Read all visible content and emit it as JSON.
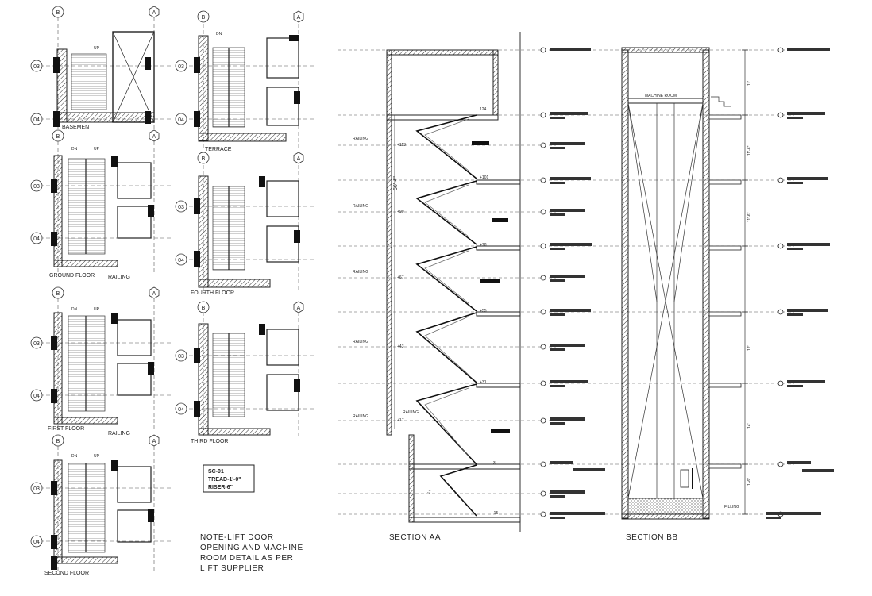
{
  "plans": {
    "basement": "BASEMENT",
    "ground": "GROUND FLOOR",
    "first": "FIRST FLOOR",
    "second": "SECOND FLOOR",
    "third": "THIRD FLOOR",
    "fourth": "FOURTH FLOOR",
    "terrace": "TERRACE"
  },
  "plan_common": {
    "grid_a": "A",
    "grid_b": "B",
    "grid_3": "03",
    "grid_4": "04",
    "dn": "DN",
    "up": "UP",
    "railing": "RAILING"
  },
  "tread_box": {
    "code": "SC-01",
    "tread": "TREAD-1'-0\"",
    "riser": "RISER-6\""
  },
  "note": {
    "line1": "NOTE-LIFT DOOR",
    "line2": "OPENING AND MACHINE",
    "line3": "ROOM DETAIL AS PER",
    "line4": "LIFT SUPPLIER"
  },
  "section_aa": {
    "caption": "SECTION AA",
    "railing": "RAILING",
    "overall_dim": "56'-4\"",
    "levels": [
      "+113",
      "+101",
      "+90",
      "+78",
      "+67",
      "+55",
      "+43",
      "+31",
      "+17",
      "+3",
      "-7",
      "-15"
    ],
    "top_level": "124"
  },
  "section_bb": {
    "caption": "SECTION BB",
    "machine_room": "MACHINE ROOM",
    "dims": [
      "11'",
      "11'-6\"",
      "11'-6\"",
      "12'",
      "14'",
      "1'-6\""
    ],
    "fill": "FILLING"
  }
}
